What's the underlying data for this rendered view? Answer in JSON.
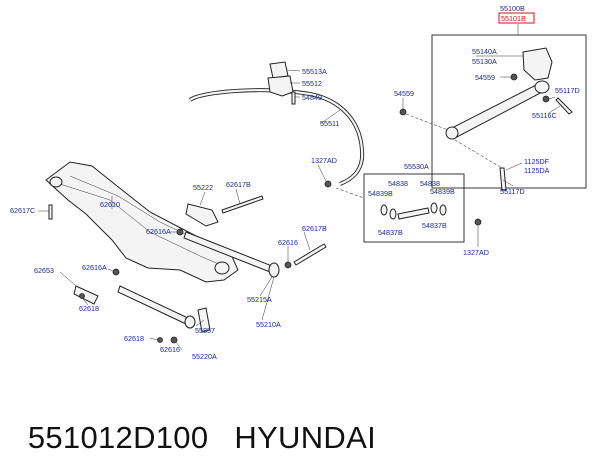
{
  "labels": {
    "p55100B": "55100B",
    "p55101B": "55101B",
    "p55140A": "55140A",
    "p55130A": "55130A",
    "p54559a": "54559",
    "p54559b": "54559",
    "p55117Da": "55117D",
    "p55116C": "55116C",
    "p55117Db": "55117D",
    "p1125DF": "1125DF",
    "p1125DA": "1125DA",
    "p55513A": "55513A",
    "p55512": "55512",
    "p54849": "54849",
    "p55511": "55511",
    "p1327ADa": "1327AD",
    "p55530A": "55530A",
    "p54838a": "54838",
    "p54838b": "54838",
    "p54839Ba": "54839B",
    "p54839Bb": "54839B",
    "p54837Ba": "54837B",
    "p54837Bb": "54837B",
    "p1327ADb": "1327AD",
    "p55222": "55222",
    "p62617B": "62617B",
    "p62617C": "62617C",
    "p62610": "62610",
    "p62616Aa": "62616A",
    "p62616Ab": "62616A",
    "p62617Bb": "62617B",
    "p62616a": "62616",
    "p62653": "62653",
    "p62618a": "62618",
    "p55215A": "55215A",
    "p55210A": "55210A",
    "p62618b": "62618",
    "p62616b": "62616",
    "p55857": "55857",
    "p55220A": "55220A"
  },
  "footer": {
    "part_number": "551012D100",
    "brand": "HYUNDAI"
  },
  "colors": {
    "label": "#1a2a8c",
    "highlight": "#d01010",
    "line": "#222222"
  }
}
